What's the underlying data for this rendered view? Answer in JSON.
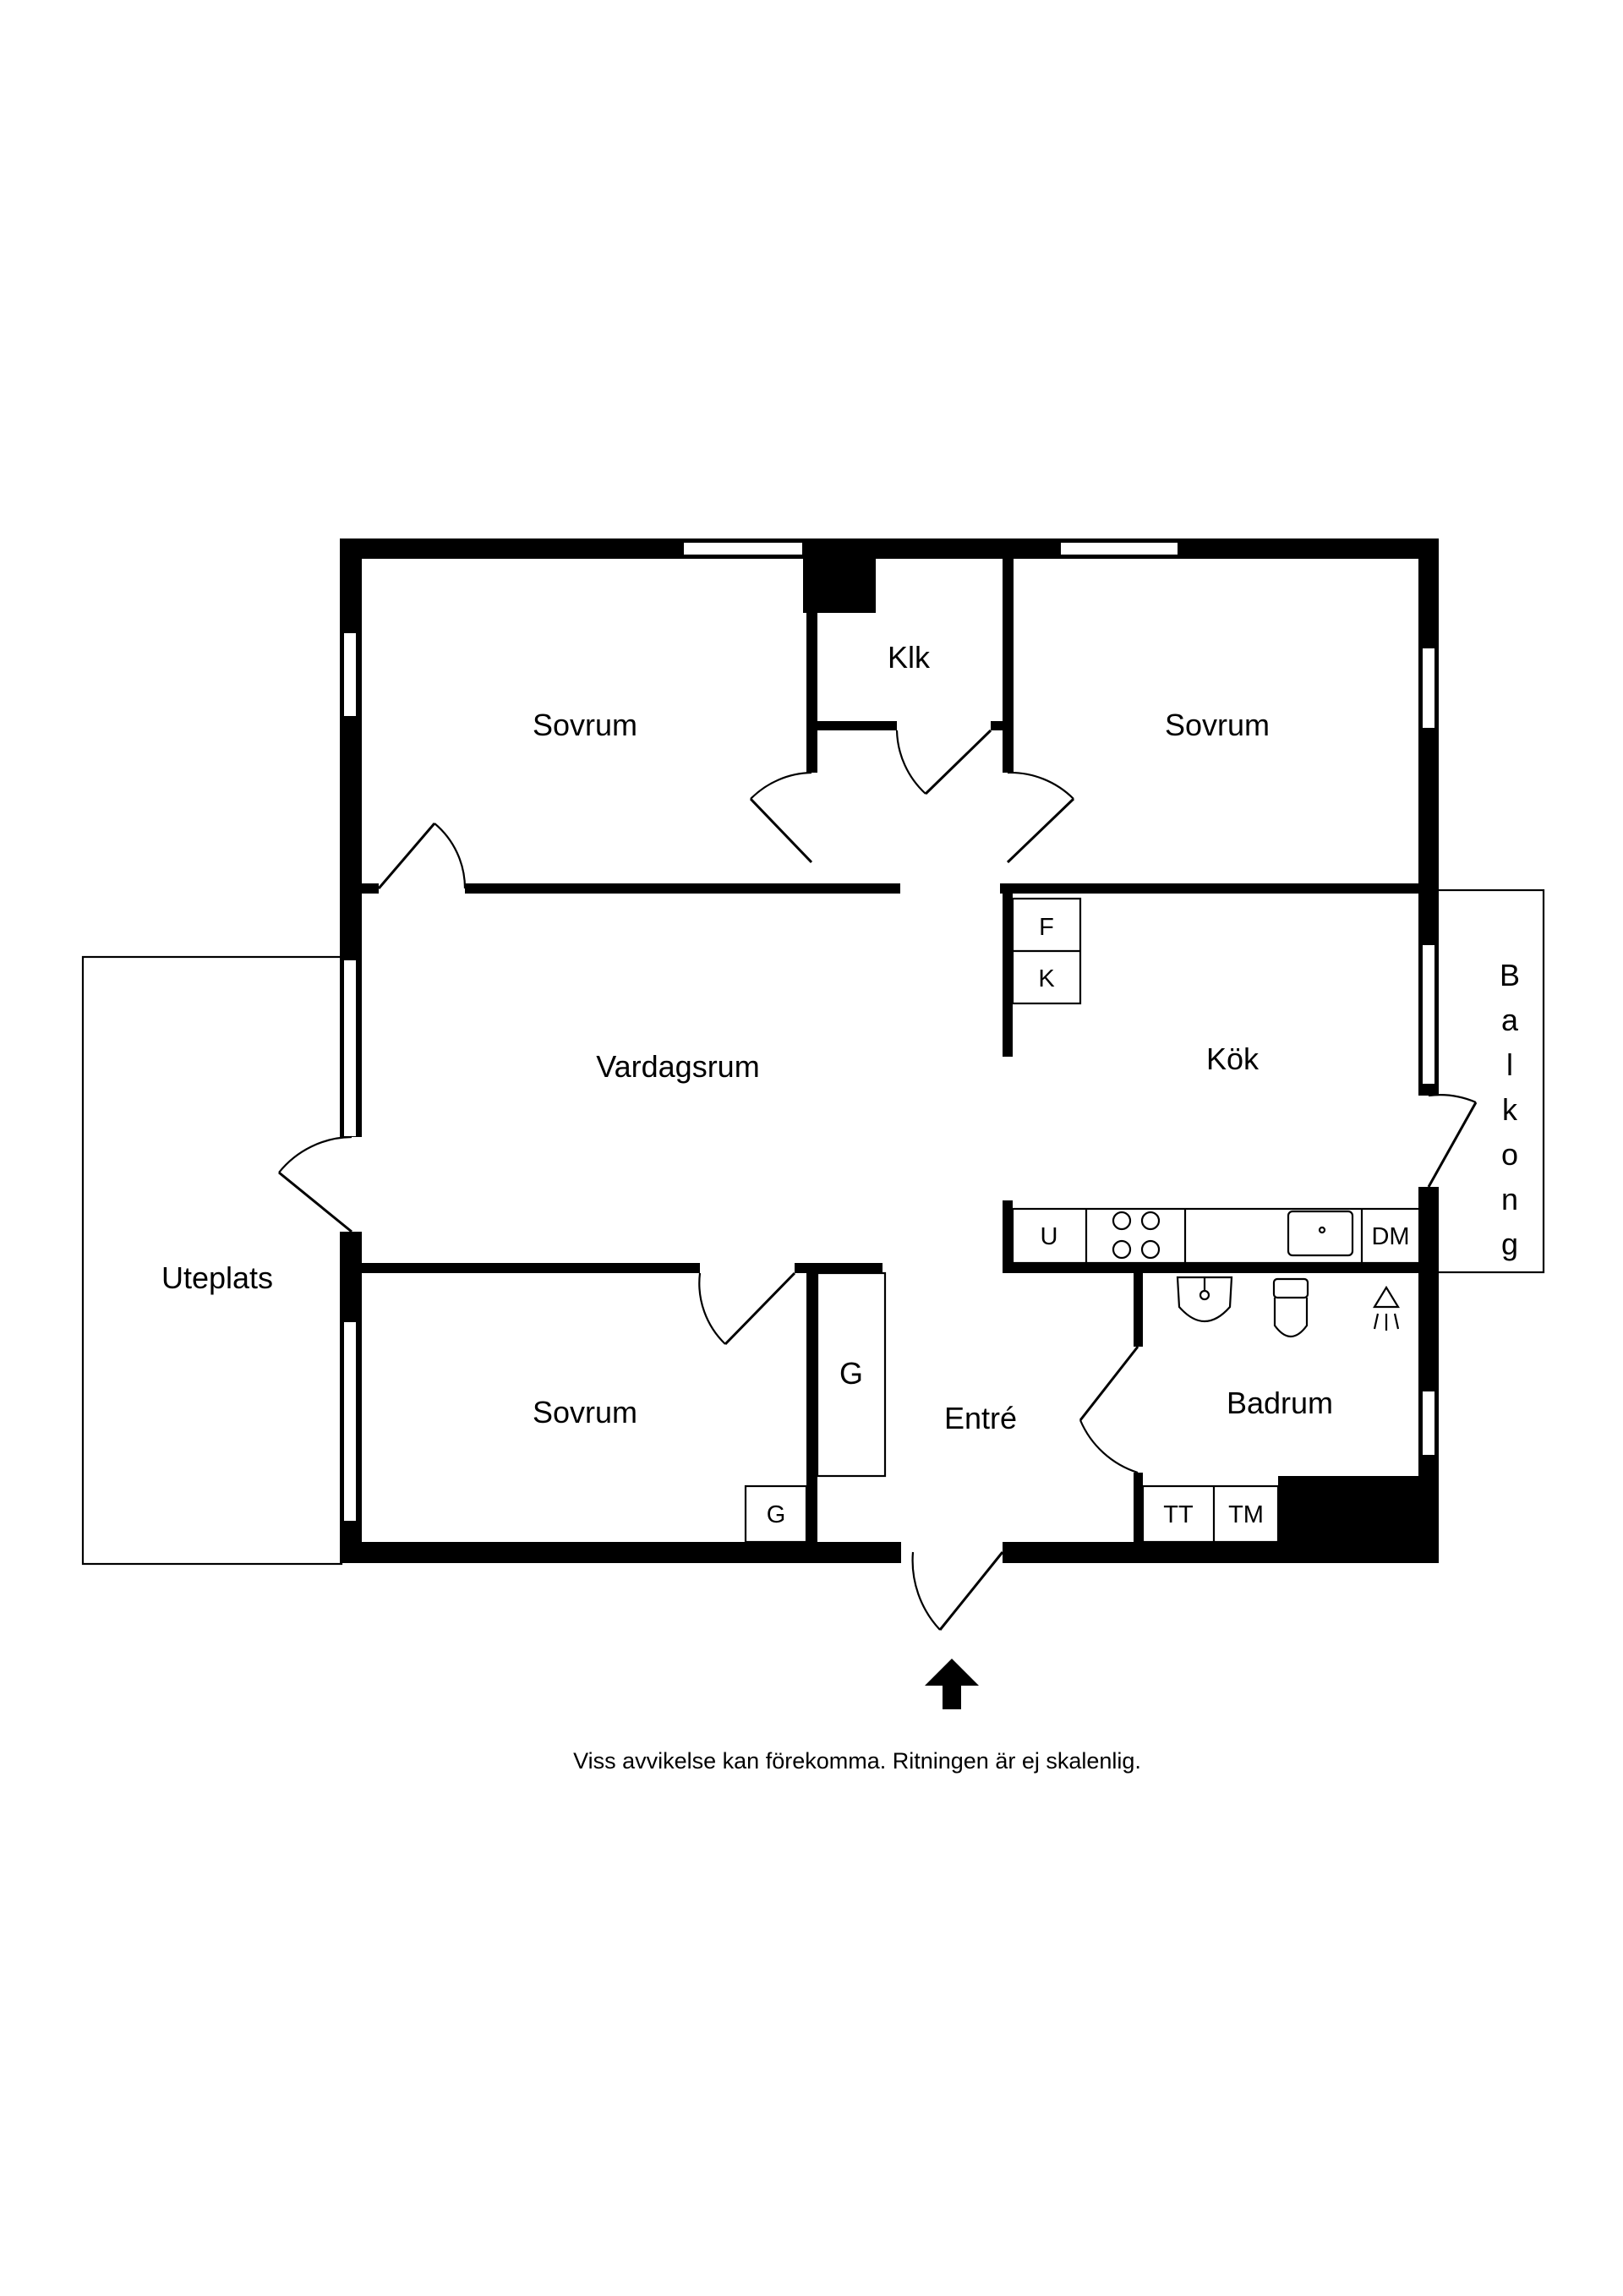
{
  "rooms": {
    "sovrum_nw": "Sovrum",
    "klk": "Klk",
    "sovrum_ne": "Sovrum",
    "vardagsrum": "Vardagsrum",
    "kok": "Kök",
    "balkong": "Balkong",
    "uteplats": "Uteplats",
    "sovrum_sw": "Sovrum",
    "entre": "Entré",
    "badrum": "Badrum"
  },
  "fixtures": {
    "fridge": "F",
    "freezer": "K",
    "oven": "U",
    "dishwasher": "DM",
    "wardrobe_hall": "G",
    "wardrobe_bedroom": "G",
    "dryer": "TT",
    "washer": "TM"
  },
  "icons": [
    "stove-icon",
    "sink-icon",
    "washbasin-icon",
    "toilet-icon",
    "shower-icon",
    "entrance-arrow-icon"
  ],
  "footer": {
    "disclaimer": "Viss avvikelse kan förekomma. Ritningen är ej skalenlig."
  }
}
